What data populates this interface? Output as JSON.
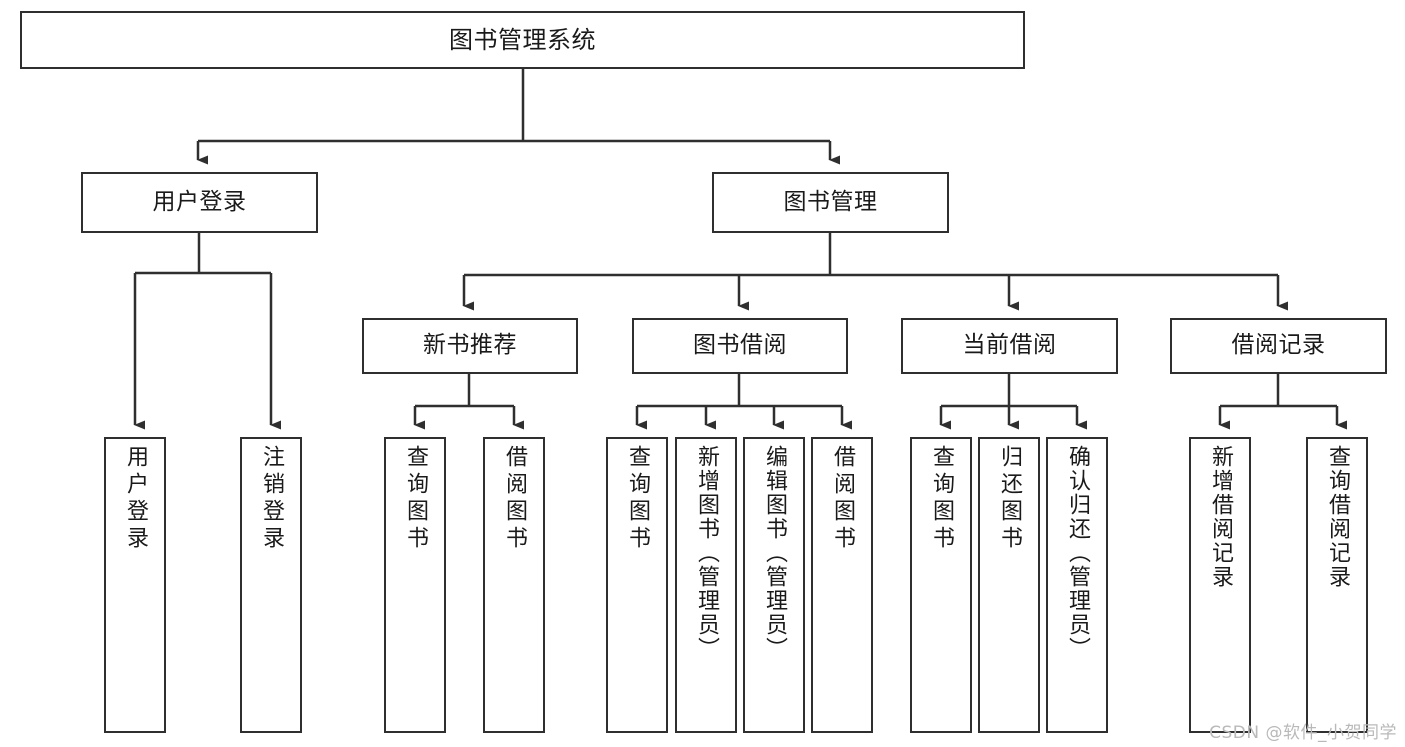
{
  "diagram": {
    "title": "图书管理系统",
    "type": "tree-hierarchy",
    "watermark": "CSDN @软件_小贺同学",
    "colors": {
      "background": "#ffffff",
      "border": "#2f2f2f",
      "text": "#1a1a1a",
      "connector": "#2f2f2f",
      "watermark": "#b9b9b9"
    },
    "nodes": {
      "root": {
        "label": "图书管理系统"
      },
      "level2": [
        {
          "key": "user_login",
          "label": "用户登录"
        },
        {
          "key": "book_manage",
          "label": "图书管理"
        }
      ],
      "level3": [
        {
          "key": "new_book_rec",
          "label": "新书推荐"
        },
        {
          "key": "book_borrow",
          "label": "图书借阅"
        },
        {
          "key": "current_borrow",
          "label": "当前借阅"
        },
        {
          "key": "borrow_record",
          "label": "借阅记录"
        }
      ],
      "leaves": {
        "user_login": [
          {
            "key": "login",
            "label": "用户登录"
          },
          {
            "key": "logout",
            "label": "注销登录"
          }
        ],
        "new_book_rec": [
          {
            "key": "query_book_1",
            "label": "查询图书"
          },
          {
            "key": "borrow_book_1",
            "label": "借阅图书"
          }
        ],
        "book_borrow": [
          {
            "key": "query_book_2",
            "label": "查询图书"
          },
          {
            "key": "add_book",
            "label": "新增图书（管理员）"
          },
          {
            "key": "edit_book",
            "label": "编辑图书（管理员）"
          },
          {
            "key": "borrow_book_2",
            "label": "借阅图书"
          }
        ],
        "current_borrow": [
          {
            "key": "query_book_3",
            "label": "查询图书"
          },
          {
            "key": "return_book",
            "label": "归还图书"
          },
          {
            "key": "confirm_return",
            "label": "确认归还（管理员）"
          }
        ],
        "borrow_record": [
          {
            "key": "add_record",
            "label": "新增借阅记录"
          },
          {
            "key": "query_record",
            "label": "查询借阅记录"
          }
        ]
      }
    }
  }
}
